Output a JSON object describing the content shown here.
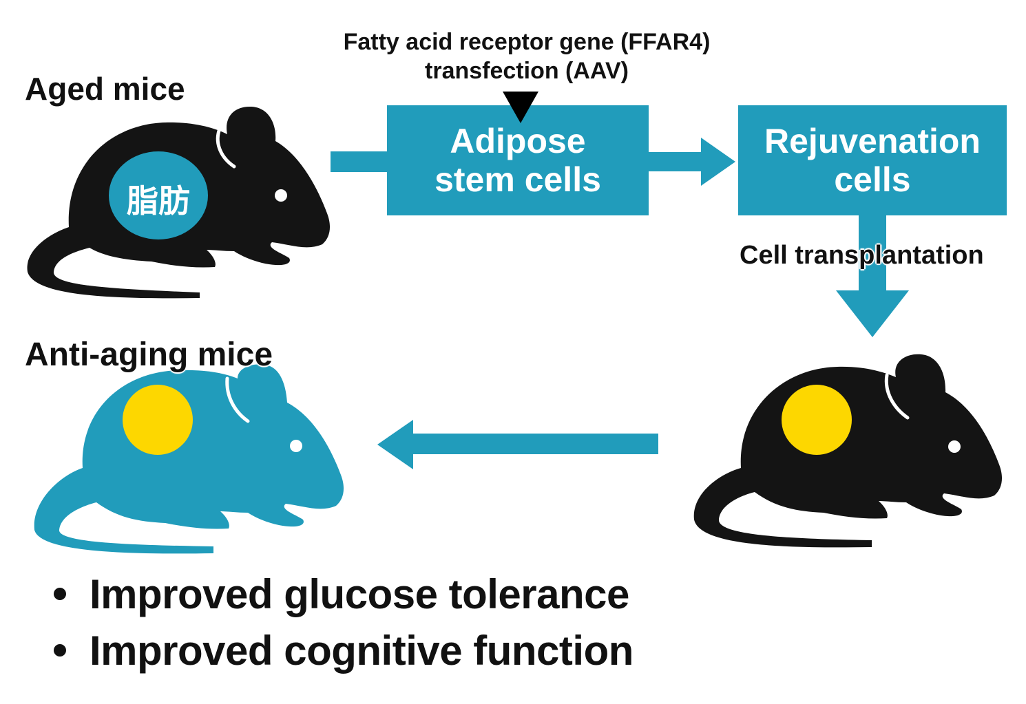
{
  "labels": {
    "aged_mice": "Aged mice",
    "anti_aging_mice": "Anti-aging mice",
    "transfection_line1": "Fatty acid receptor gene (FFAR4)",
    "transfection_line2": "transfection (AAV)",
    "cell_transplantation": "Cell transplantation"
  },
  "boxes": {
    "adipose": {
      "line1": "Adipose",
      "line2": "stem cells"
    },
    "rejuvenation": {
      "line1": "Rejuvenation",
      "line2": "cells"
    }
  },
  "fat_marker": {
    "text": "脂肪",
    "meaning": "fat"
  },
  "outcomes": [
    "Improved glucose tolerance",
    "Improved cognitive function"
  ],
  "colors": {
    "accent_teal": "#219cbb",
    "mouse_black": "#141414",
    "fat_yellow": "#fdd700",
    "text": "#111111"
  }
}
